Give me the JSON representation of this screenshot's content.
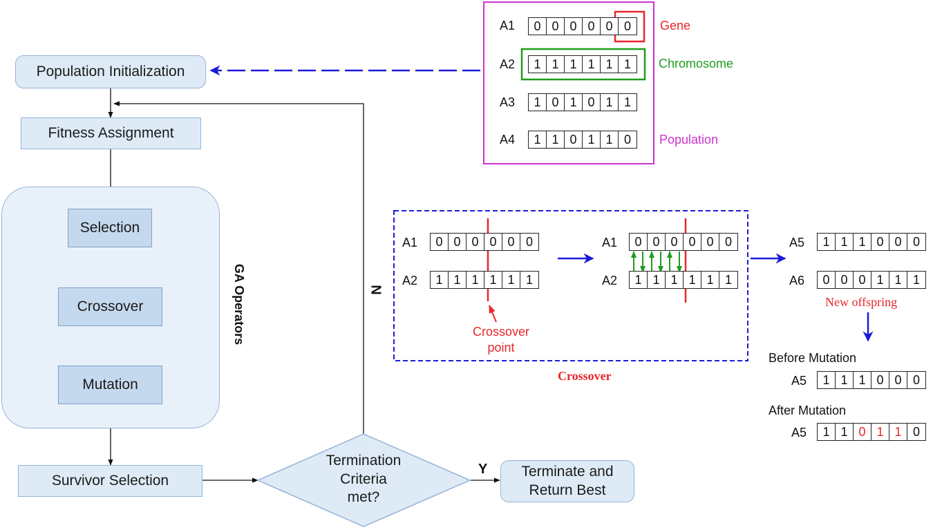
{
  "flow": {
    "population_init": "Population Initialization",
    "fitness": "Fitness Assignment",
    "selection": "Selection",
    "crossover": "Crossover",
    "mutation": "Mutation",
    "survivor": "Survivor Selection",
    "termination_l1": "Termination",
    "termination_l2": "Criteria",
    "termination_l3": "met?",
    "terminate_l1": "Terminate and",
    "terminate_l2": "Return Best",
    "ga_operators": "GA Operators",
    "no_label": "N",
    "yes_label": "Y"
  },
  "population": {
    "rows": [
      {
        "label": "A1",
        "bits": [
          "0",
          "0",
          "0",
          "0",
          "0",
          "0"
        ]
      },
      {
        "label": "A2",
        "bits": [
          "1",
          "1",
          "1",
          "1",
          "1",
          "1"
        ]
      },
      {
        "label": "A3",
        "bits": [
          "1",
          "0",
          "1",
          "0",
          "1",
          "1"
        ]
      },
      {
        "label": "A4",
        "bits": [
          "1",
          "1",
          "0",
          "1",
          "1",
          "0"
        ]
      }
    ],
    "gene_label": "Gene",
    "chromosome_label": "Chromosome",
    "population_label": "Population"
  },
  "crossover_panel": {
    "before": [
      {
        "label": "A1",
        "bits": [
          "0",
          "0",
          "0",
          "0",
          "0",
          "0"
        ]
      },
      {
        "label": "A2",
        "bits": [
          "1",
          "1",
          "1",
          "1",
          "1",
          "1"
        ]
      }
    ],
    "after": [
      {
        "label": "A1",
        "bits": [
          "0",
          "0",
          "0",
          "0",
          "0",
          "0"
        ]
      },
      {
        "label": "A2",
        "bits": [
          "1",
          "1",
          "1",
          "1",
          "1",
          "1"
        ]
      }
    ],
    "point_l1": "Crossover",
    "point_l2": "point",
    "caption": "Crossover"
  },
  "offspring": {
    "rows": [
      {
        "label": "A5",
        "bits": [
          "1",
          "1",
          "1",
          "0",
          "0",
          "0"
        ]
      },
      {
        "label": "A6",
        "bits": [
          "0",
          "0",
          "0",
          "1",
          "1",
          "1"
        ]
      }
    ],
    "label": "New offspring"
  },
  "mutation": {
    "before_label": "Before Mutation",
    "before": {
      "label": "A5",
      "bits": [
        "1",
        "1",
        "1",
        "0",
        "0",
        "0"
      ]
    },
    "after_label": "After Mutation",
    "after": {
      "label": "A5",
      "bits": [
        "1",
        "1",
        "0",
        "1",
        "1",
        "0"
      ],
      "mutated_index": [
        2,
        3,
        4
      ]
    }
  },
  "colors": {
    "gene": "#e8262a",
    "chromosome": "#1f9c1f",
    "population": "#cc33cc",
    "dashed_arrow": "#1a1ad9",
    "crossover_line": "#e8262a",
    "swap_arrows": "#1f9c1f",
    "box_fill": "#deebf7"
  }
}
